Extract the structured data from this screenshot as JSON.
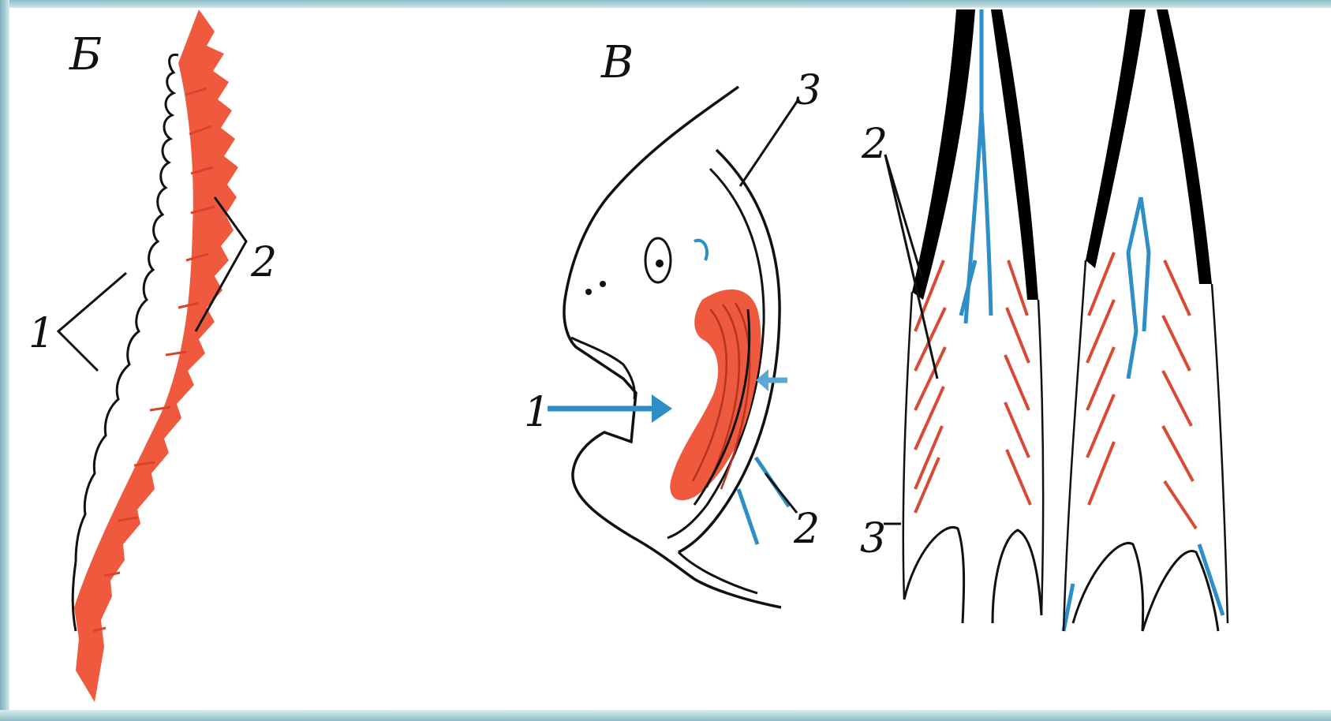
{
  "panels": {
    "b": {
      "letter": "Б",
      "labels": {
        "one": "1",
        "two": "2"
      }
    },
    "v": {
      "letter": "В",
      "labels": {
        "one": "1",
        "two": "2",
        "three": "3"
      }
    },
    "g": {
      "labels": {
        "two": "2",
        "three": "3"
      }
    }
  },
  "colors": {
    "gill_red": "#ef5a3e",
    "water_blue": "#2e8ec6",
    "outline": "#111111",
    "cartilage": "#000000",
    "frame": "#8fbcc6"
  }
}
